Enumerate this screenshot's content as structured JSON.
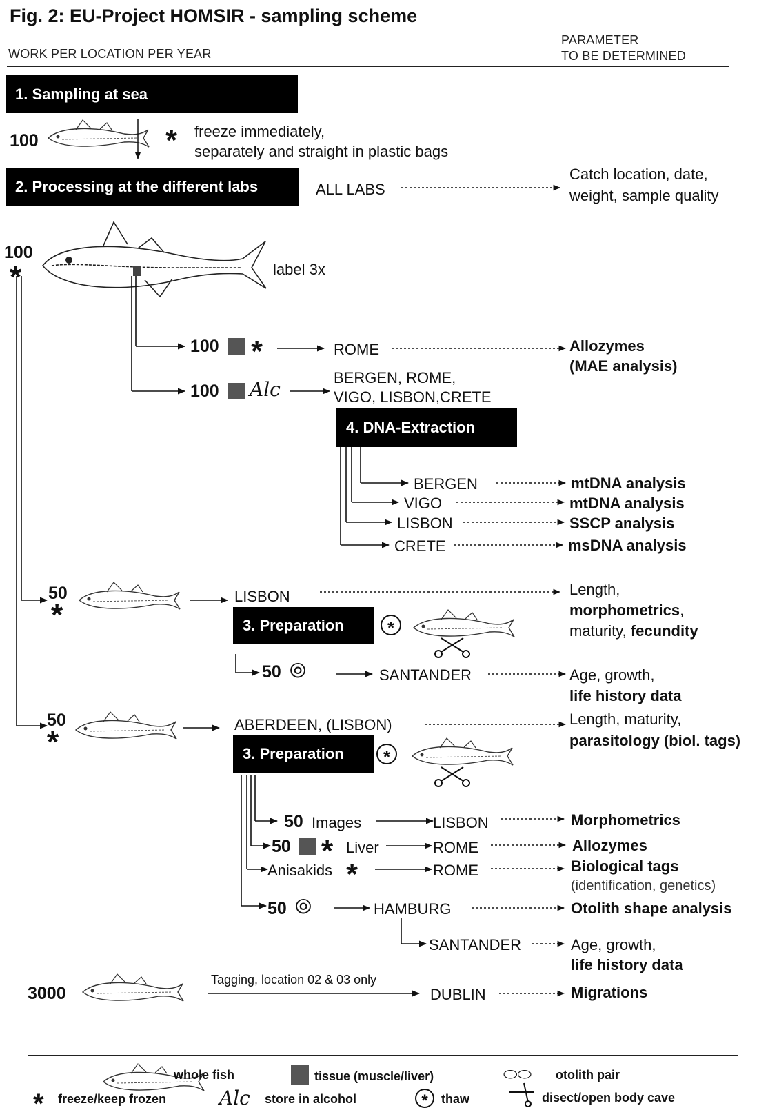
{
  "header": {
    "title": "Fig. 2: EU-Project HOMSIR - sampling scheme",
    "left_caption": "WORK PER LOCATION PER YEAR",
    "right_caption_1": "PARAMETER",
    "right_caption_2": "TO BE DETERMINED"
  },
  "step1": {
    "label": "1. Sampling at sea",
    "count": "100",
    "note_1": "freeze immediately,",
    "note_2": "separately and straight in plastic bags"
  },
  "step2": {
    "label": "2. Processing at the different labs",
    "labs": "ALL LABS",
    "param_1": "Catch location, date,",
    "param_2": "weight, sample quality"
  },
  "whole": {
    "count": "100",
    "label": "label 3x"
  },
  "tissue_branch": {
    "row1": {
      "count": "100",
      "lab": "ROME",
      "param_1": "Allozymes",
      "param_2": "(MAE analysis)"
    },
    "row2": {
      "count": "100",
      "alc": "Alc",
      "labs_1": "BERGEN, ROME,",
      "labs_2": "VIGO, LISBON,CRETE"
    }
  },
  "dna": {
    "label": "4. DNA-Extraction",
    "rows": [
      {
        "lab": "BERGEN",
        "param": "mtDNA analysis"
      },
      {
        "lab": "VIGO",
        "param": "mtDNA analysis"
      },
      {
        "lab": "LISBON",
        "param": "SSCP analysis"
      },
      {
        "lab": "CRETE",
        "param": "msDNA analysis"
      }
    ]
  },
  "lisbon_branch": {
    "count": "50",
    "lab": "LISBON",
    "prep": "3. Preparation",
    "param_1": "Length,",
    "param_2": "morphometrics",
    "param_2b": ",",
    "param_3a": "maturity, ",
    "param_3b": "fecundity",
    "otolith_count": "50",
    "otolith_lab": "SANTANDER",
    "otolith_param_1": "Age, growth,",
    "otolith_param_2": "life history data"
  },
  "aberdeen_branch": {
    "count": "50",
    "lab": "ABERDEEN, (LISBON)",
    "prep": "3. Preparation",
    "param_1": "Length, maturity,",
    "param_2": "parasitology (biol. tags)",
    "rows": {
      "images_count": "50",
      "images_label": "Images",
      "images_lab": "LISBON",
      "images_param": "Morphometrics",
      "liver_count": "50",
      "liver_label": "Liver",
      "liver_lab": "ROME",
      "liver_param": "Allozymes",
      "anis_label": "Anisakids",
      "anis_lab": "ROME",
      "anis_param_1": "Biological tags",
      "anis_param_2": "(identification, genetics)",
      "oto_count": "50",
      "oto_lab": "HAMBURG",
      "oto_param": "Otolith shape analysis",
      "sant_lab": "SANTANDER",
      "sant_param_1": "Age, growth,",
      "sant_param_2": "life history data"
    }
  },
  "tagging": {
    "count": "3000",
    "note": "Tagging, location 02 & 03 only",
    "lab": "DUBLIN",
    "param": "Migrations"
  },
  "legend": {
    "whole_fish": "whole fish",
    "tissue": "tissue (muscle/liver)",
    "otolith": "otolith pair",
    "freeze": "freeze/keep frozen",
    "alc_symbol": "Alc",
    "alcohol": "store in alcohol",
    "thaw": "thaw",
    "dissect": "disect/open body cave"
  }
}
